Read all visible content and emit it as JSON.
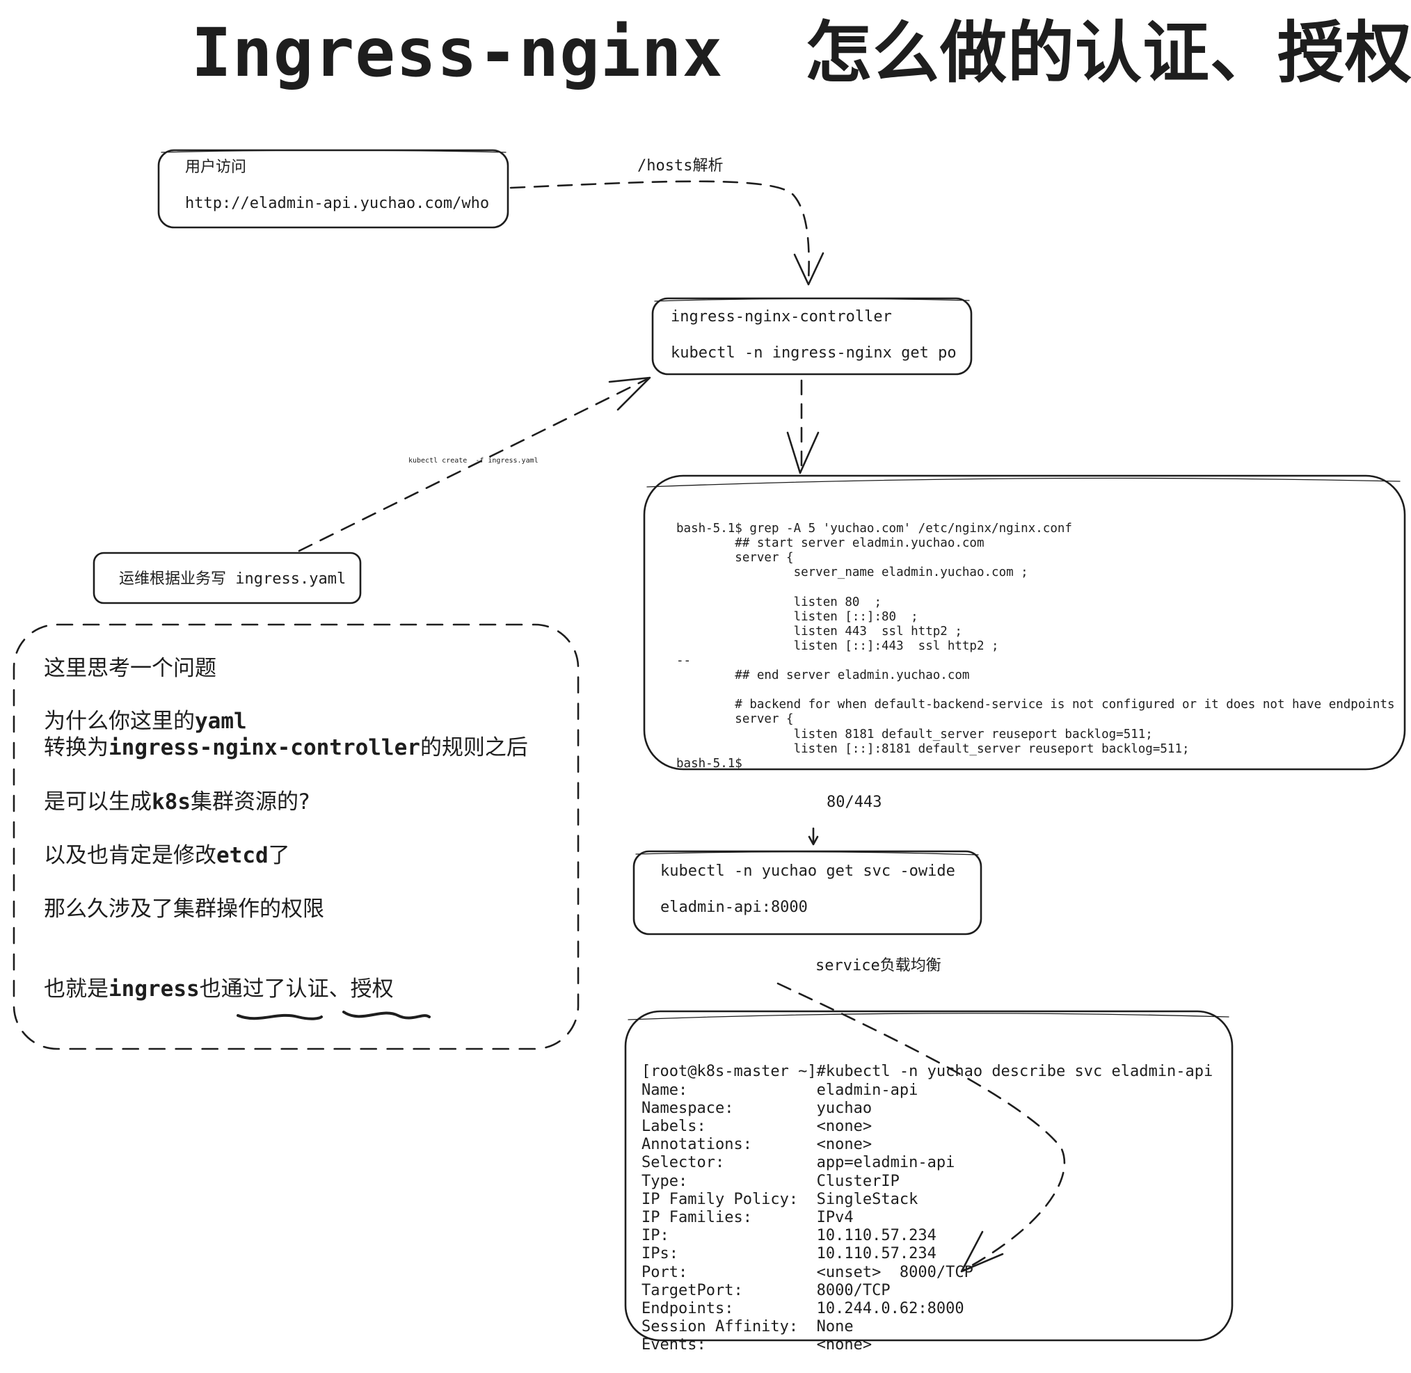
{
  "title": "Ingress-nginx  怎么做的认证、授权?",
  "user_box": {
    "label": "用户访问",
    "url": "http://eladmin-api.yuchao.com/who"
  },
  "edge_hosts": "/hosts解析",
  "controller_box": {
    "name": "ingress-nginx-controller",
    "command": "kubectl -n ingress-nginx get po"
  },
  "edge_create": "kubectl create  -f ingress.yaml",
  "ops_box": {
    "label": "运维根据业务写 ingress.yaml"
  },
  "nginx_conf_box": {
    "lines": [
      "bash-5.1$ grep -A 5 'yuchao.com' /etc/nginx/nginx.conf",
      "        ## start server eladmin.yuchao.com",
      "        server {",
      "                server_name eladmin.yuchao.com ;",
      "",
      "                listen 80  ;",
      "                listen [::]:80  ;",
      "                listen 443  ssl http2 ;",
      "                listen [::]:443  ssl http2 ;",
      "--",
      "        ## end server eladmin.yuchao.com",
      "",
      "        # backend for when default-backend-service is not configured or it does not have endpoints",
      "        server {",
      "                listen 8181 default_server reuseport backlog=511;",
      "                listen [::]:8181 default_server reuseport backlog=511;",
      "bash-5.1$"
    ]
  },
  "edge_ports": "80/443",
  "svc_box": {
    "command": "kubectl -n yuchao get svc -owide",
    "result": "eladmin-api:8000"
  },
  "edge_lb": "service负载均衡",
  "describe_box": {
    "lines": [
      "[root@k8s-master ~]#kubectl -n yuchao describe svc eladmin-api",
      "Name:              eladmin-api",
      "Namespace:         yuchao",
      "Labels:            <none>",
      "Annotations:       <none>",
      "Selector:          app=eladmin-api",
      "Type:              ClusterIP",
      "IP Family Policy:  SingleStack",
      "IP Families:       IPv4",
      "IP:                10.110.57.234",
      "IPs:               10.110.57.234",
      "Port:              <unset>  8000/TCP",
      "TargetPort:        8000/TCP",
      "Endpoints:         10.244.0.62:8000",
      "Session Affinity:  None",
      "Events:            <none>"
    ]
  },
  "note_box": {
    "line1": "这里思考一个问题",
    "line2_pre": "为什么你这里的",
    "line2_code": "yaml",
    "line3_pre": "转换为",
    "line3_code": "ingress-nginx-controller",
    "line3_post": "的规则之后",
    "line4_pre": "是可以生成",
    "line4_code": "k8s",
    "line4_post": "集群资源的?",
    "line5_pre": "以及也肯定是修改",
    "line5_code": "etcd",
    "line5_post": "了",
    "line6": "那么久涉及了集群操作的权限",
    "line7_pre": "也就是",
    "line7_code": "ingress",
    "line7_post": "也通过了认证、授权"
  },
  "colors": {
    "stroke": "#1e1e1e",
    "background": "#ffffff"
  }
}
